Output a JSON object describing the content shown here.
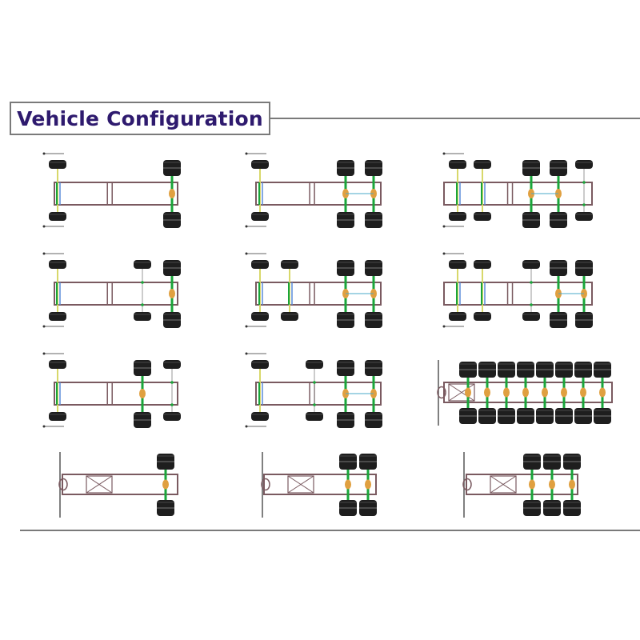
{
  "title": "Vehicle Configuration",
  "colors": {
    "title": "#2e1a6e",
    "frame": "#7a5a60",
    "tire": "#1e1e1e",
    "drive_axle": "#1aa53a",
    "differential": "#e0a040",
    "steer_link": "#d8d86a",
    "rule": "#7a7a7a"
  },
  "configurations": [
    {
      "kind": "truck",
      "axles": [
        "steer",
        "drive"
      ]
    },
    {
      "kind": "truck",
      "axles": [
        "steer",
        "drive",
        "drive"
      ]
    },
    {
      "kind": "truck",
      "axles": [
        "steer",
        "steer",
        "drive",
        "drive",
        "tag"
      ]
    },
    {
      "kind": "truck",
      "axles": [
        "steer",
        "tag",
        "drive"
      ]
    },
    {
      "kind": "truck",
      "axles": [
        "steer",
        "steer",
        "drive",
        "drive"
      ]
    },
    {
      "kind": "truck",
      "axles": [
        "steer",
        "steer",
        "tag",
        "drive",
        "drive"
      ]
    },
    {
      "kind": "truck",
      "axles": [
        "steer",
        "drive",
        "tag"
      ]
    },
    {
      "kind": "truck",
      "axles": [
        "steer",
        "tag",
        "drive",
        "drive"
      ]
    },
    {
      "kind": "trailer",
      "axles": [
        "drive",
        "drive",
        "drive",
        "drive",
        "drive",
        "drive",
        "drive",
        "drive"
      ]
    },
    {
      "kind": "semitrailer",
      "axles": [
        "drive"
      ]
    },
    {
      "kind": "semitrailer",
      "axles": [
        "drive",
        "drive"
      ]
    },
    {
      "kind": "semitrailer",
      "axles": [
        "drive",
        "drive",
        "drive"
      ]
    }
  ]
}
